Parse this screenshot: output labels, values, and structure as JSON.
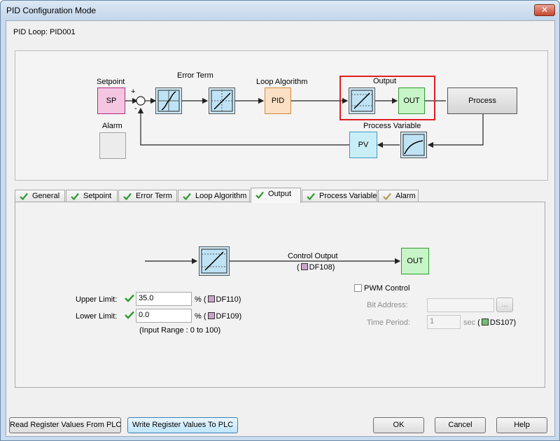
{
  "window": {
    "title": "PID Configuration Mode",
    "close_label": "✕"
  },
  "loop": {
    "label": "PID Loop: PID001"
  },
  "diagram": {
    "setpoint_title": "Setpoint",
    "sp_label": "SP",
    "alarm_title": "Alarm",
    "error_term_title": "Error Term",
    "loop_algorithm_title": "Loop Algorithm",
    "pid_label": "PID",
    "output_title": "Output",
    "out_label": "OUT",
    "process_label": "Process",
    "process_variable_title": "Process Variable",
    "pv_label": "PV",
    "plus_sign": "+",
    "minus_sign": "-"
  },
  "tabs": [
    {
      "label": "General"
    },
    {
      "label": "Setpoint"
    },
    {
      "label": "Error Term"
    },
    {
      "label": "Loop Algorithm"
    },
    {
      "label": "Output"
    },
    {
      "label": "Process Variable"
    },
    {
      "label": "Alarm"
    }
  ],
  "output_panel": {
    "control_output_label": "Control Output",
    "control_output_addr": "DF108",
    "out_label": "OUT",
    "upper_limit_label": "Upper Limit:",
    "upper_limit_value": "35.0",
    "upper_unit": "%",
    "upper_addr": "DF110",
    "lower_limit_label": "Lower Limit:",
    "lower_limit_value": "0.0",
    "lower_unit": "%",
    "lower_addr": "DF109",
    "input_range": "(Input Range : 0 to 100)",
    "pwm_label": "PWM Control",
    "bit_address_label": "Bit Address:",
    "bit_address_value": "",
    "browse_label": "...",
    "time_period_label": "Time Period:",
    "time_period_value": "1",
    "time_unit": "sec",
    "time_addr": "DS107"
  },
  "buttons": {
    "read": "Read Register Values From PLC",
    "write": "Write Register Values To PLC",
    "ok": "OK",
    "cancel": "Cancel",
    "help": "Help"
  },
  "colors": {
    "check_green": "#2f9a2f",
    "sp_fill": "#f4c6e2",
    "pid_fill": "#fbe0c5",
    "out_fill": "#c8f5c8",
    "pv_fill": "#c9eef8",
    "highlight_red": "#e02020"
  }
}
